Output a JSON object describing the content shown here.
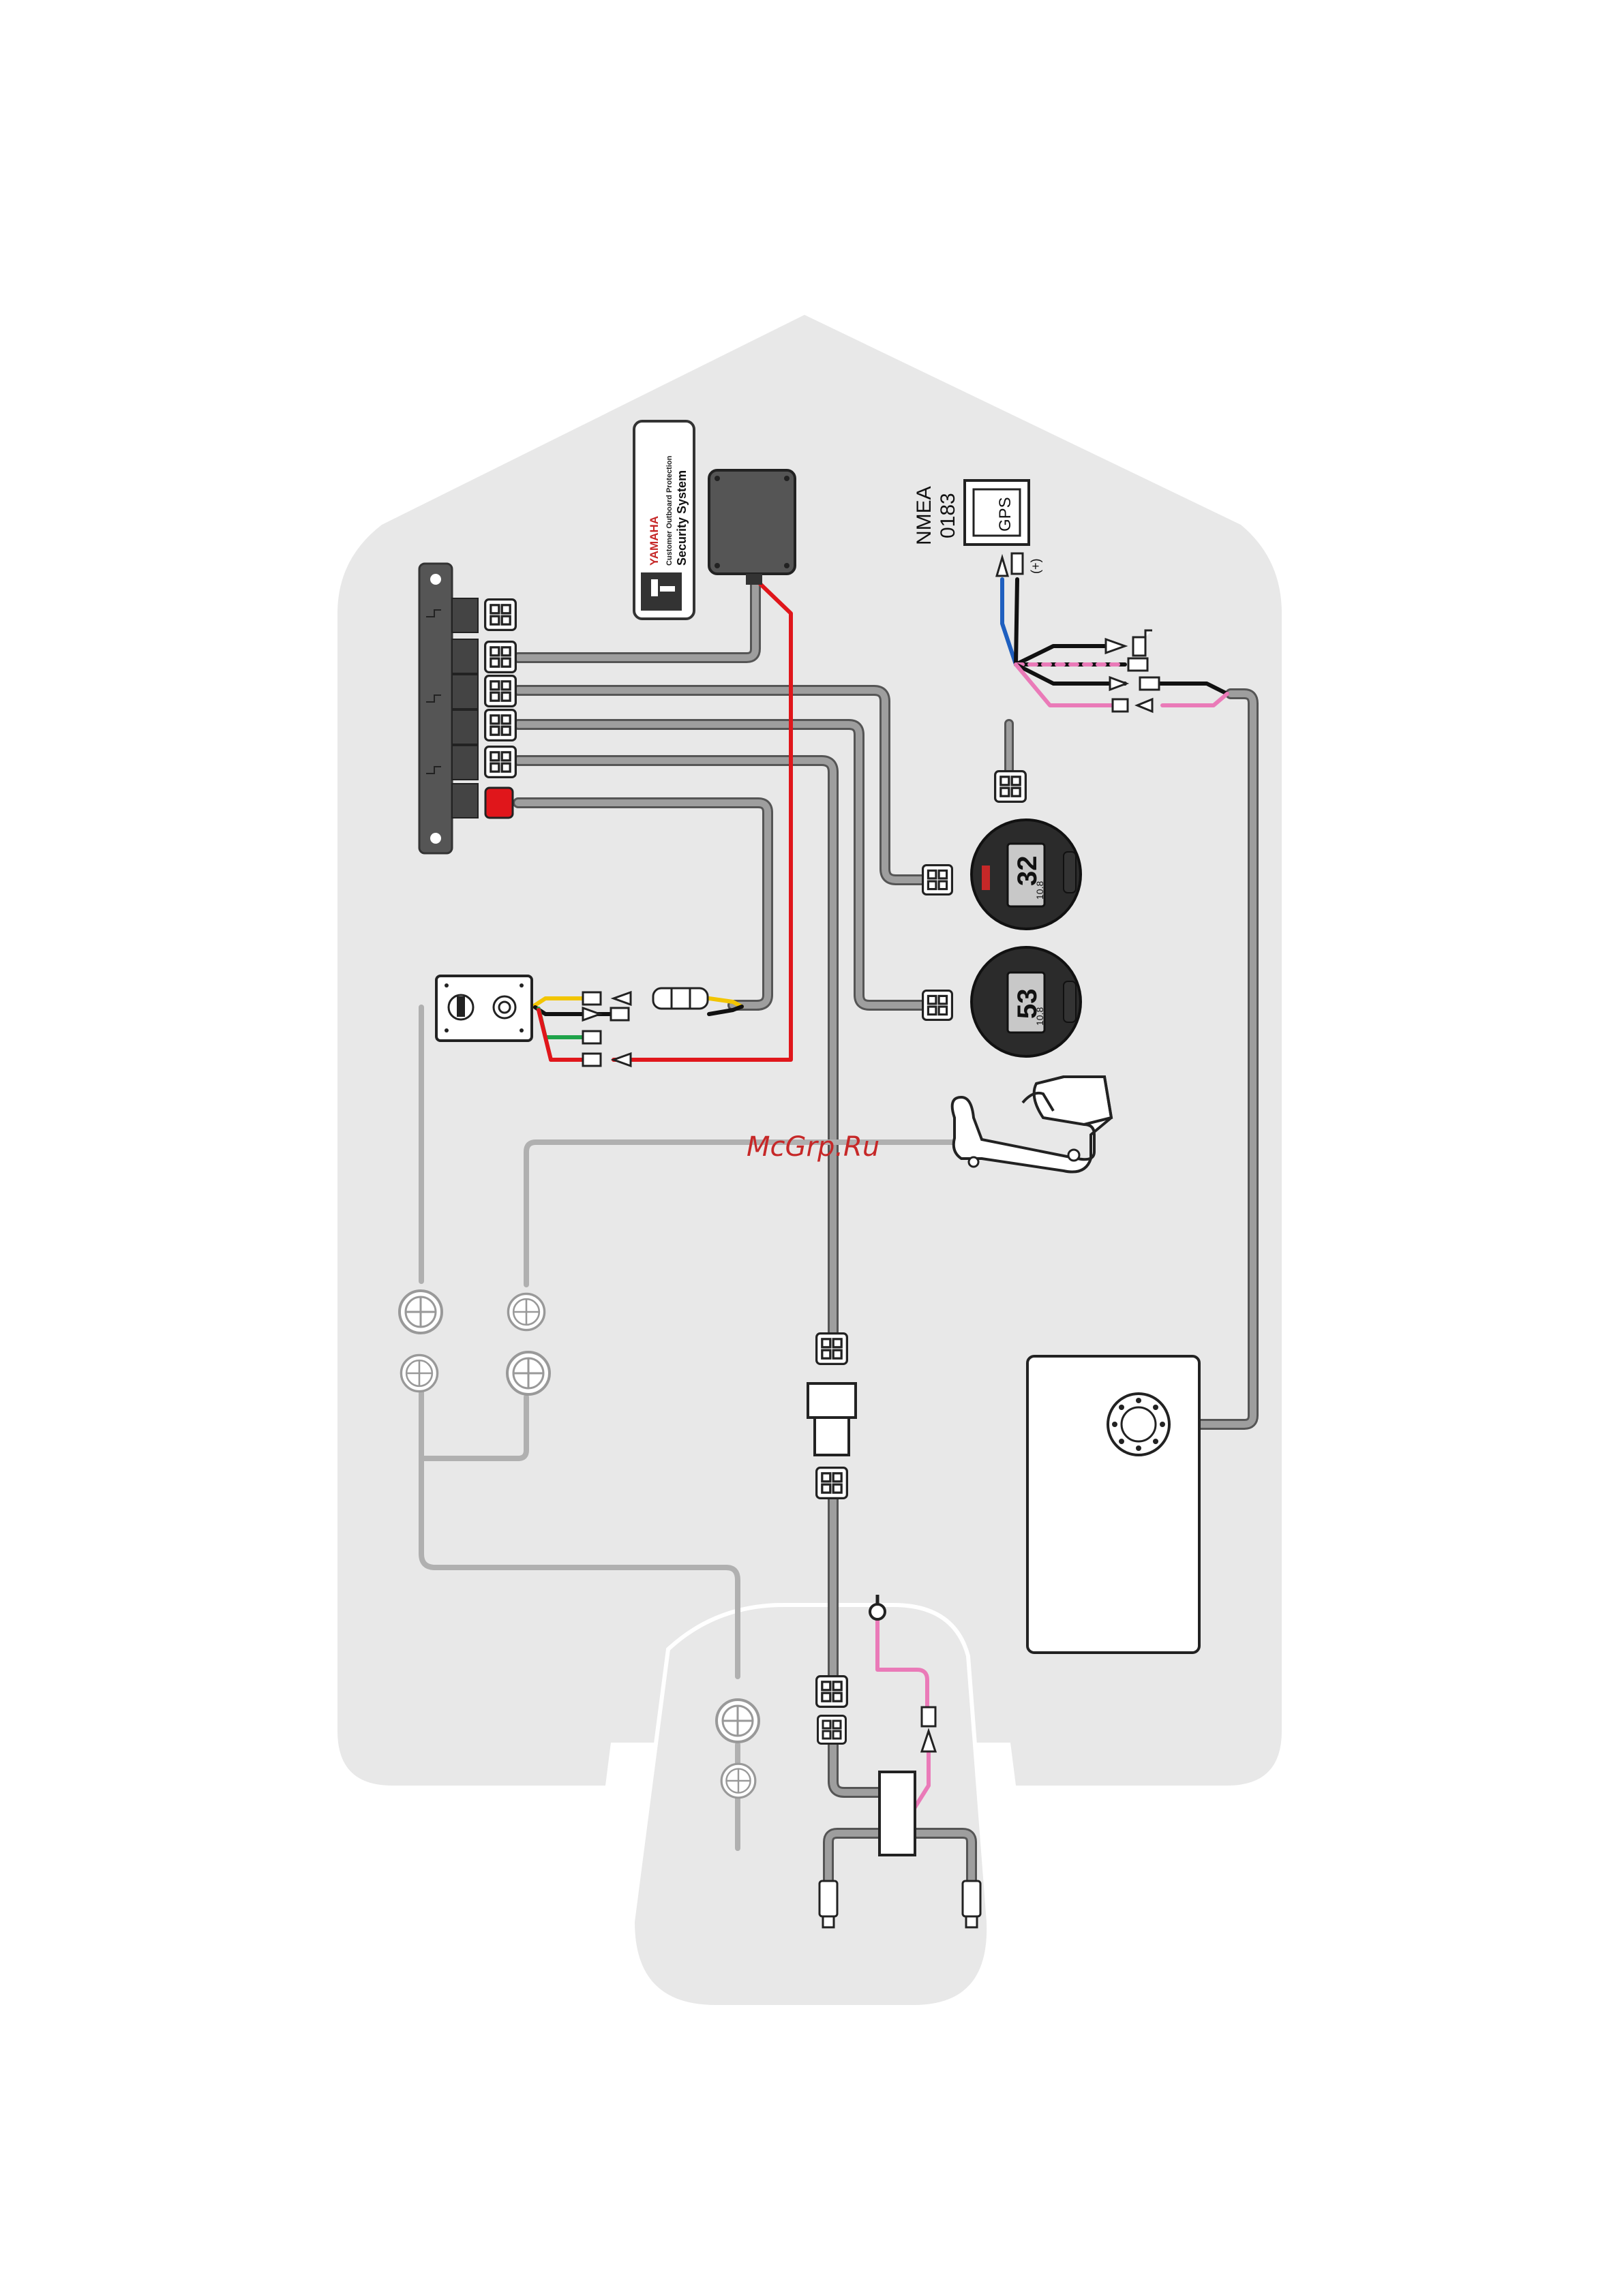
{
  "labels": {
    "decal_brand": "YAMAHA",
    "decal_line1": "Customer Outboard Protection",
    "decal_line2": "Security System",
    "nmea_line1": "NMEA",
    "nmea_line2": "0183",
    "gps": "GPS",
    "plus": "(+)",
    "watermark": "McGrp.Ru"
  },
  "gauges": {
    "upper": {
      "big": "32",
      "small": "10.8"
    },
    "lower": {
      "big": "53",
      "small": "10.8"
    }
  },
  "colors": {
    "hull": "#e8e8e8",
    "cable": "#9e9e9e",
    "cable_outline": "#555555",
    "wire_red": "#e0161b",
    "wire_yellow": "#f2c500",
    "wire_green": "#1ea34a",
    "wire_blue": "#1f5fbf",
    "wire_pink": "#ea7ab8",
    "wire_black": "#111111",
    "watermark": "#c62828"
  }
}
